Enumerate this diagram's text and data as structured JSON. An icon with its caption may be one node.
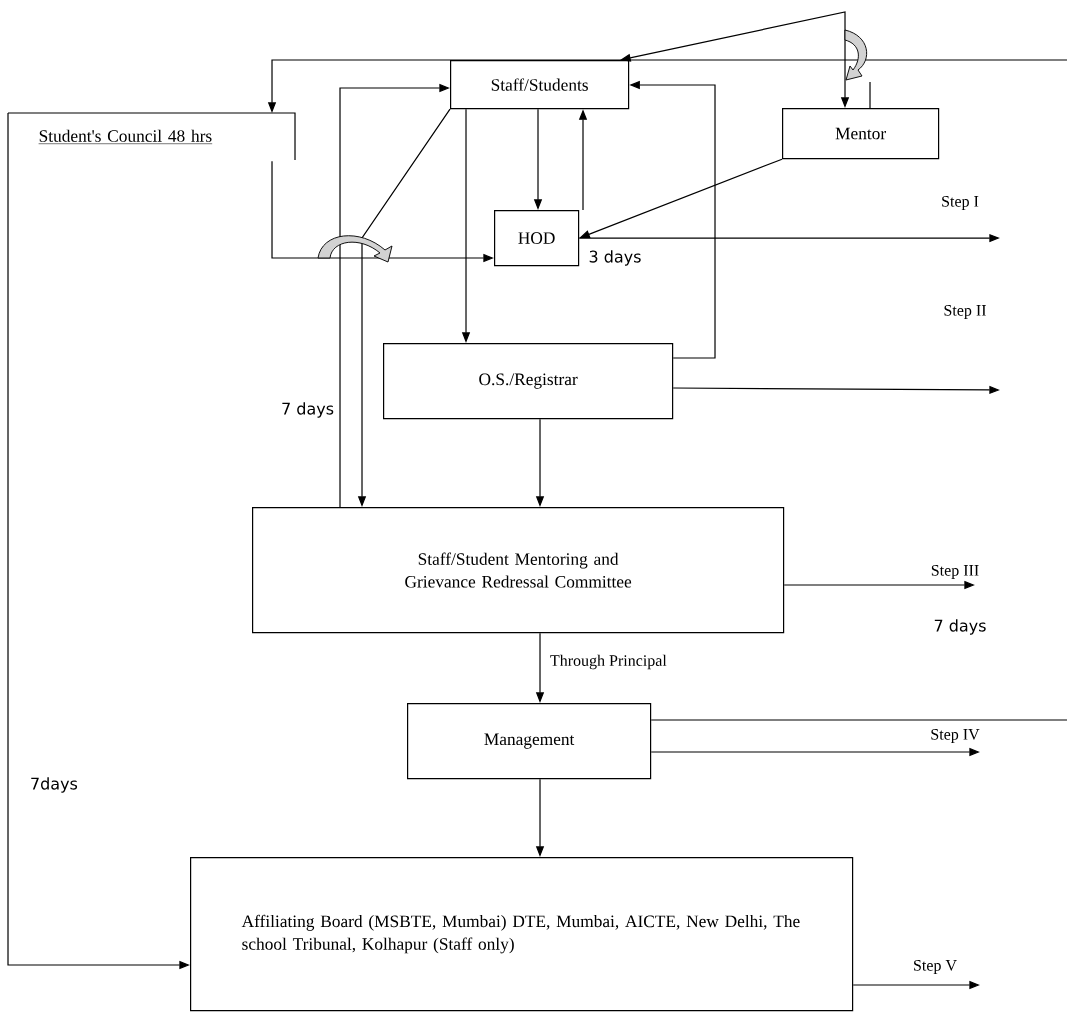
{
  "diagram": {
    "nodes": [
      {
        "text": [
          "Student's Council 48 hrs"
        ]
      },
      {
        "text": [
          "Staff/Students"
        ]
      },
      {
        "text": [
          "Mentor"
        ]
      },
      {
        "text": [
          "HOD"
        ]
      },
      {
        "text": [
          "O.S./Registrar"
        ]
      },
      {
        "text": [
          "Staff/Student Mentoring and Grievance Redressal Committee"
        ]
      },
      {
        "text": [
          "Management"
        ]
      },
      {
        "text": [
          "Affiliating Board (MSBTE, Mumbai) DTE, Mumbai, AICTE, New Delhi, The school Tribunal, Kolhapur (Staff only)"
        ]
      }
    ],
    "edges": [
      {
        "from": 1,
        "to": 3,
        "arrow": "to"
      },
      {
        "from": 3,
        "to": 1,
        "arrow": "to"
      },
      {
        "from": 2,
        "to": 3,
        "arrow": "to"
      },
      {
        "from": null,
        "to": 0,
        "arrow": "to"
      },
      {
        "from": 1,
        "to": 2,
        "arrow": "both"
      },
      {
        "from": 5,
        "to": 1,
        "arrow": "to",
        "label": "7 days"
      },
      {
        "from": 1,
        "to": 5,
        "arrow": "to"
      },
      {
        "from": 0,
        "to": 3,
        "arrow": "to"
      },
      {
        "from": 1,
        "to": 4,
        "arrow": "to"
      },
      {
        "from": 4,
        "to": 1,
        "arrow": "to"
      },
      {
        "from": 3,
        "to": null,
        "arrow": "to",
        "label": "Step I"
      },
      {
        "from": 4,
        "to": null,
        "arrow": "to",
        "label": "Step II"
      },
      {
        "from": 4,
        "to": 5,
        "arrow": "to"
      },
      {
        "from": 5,
        "to": null,
        "arrow": "to",
        "label": "Step III"
      },
      {
        "from": 5,
        "to": 6,
        "arrow": "to",
        "label": "Through Principal"
      },
      {
        "from": 6,
        "to": null,
        "arrow": "to",
        "label": "Step IV"
      },
      {
        "from": 6,
        "to": null,
        "arrow": "none"
      },
      {
        "from": 6,
        "to": 7,
        "arrow": "to"
      },
      {
        "from": 0,
        "to": 7,
        "arrow": "to",
        "label": "7days"
      },
      {
        "from": 7,
        "to": null,
        "arrow": "to",
        "label": "Step V"
      }
    ],
    "labels": [
      "3 days",
      "7 days"
    ]
  }
}
